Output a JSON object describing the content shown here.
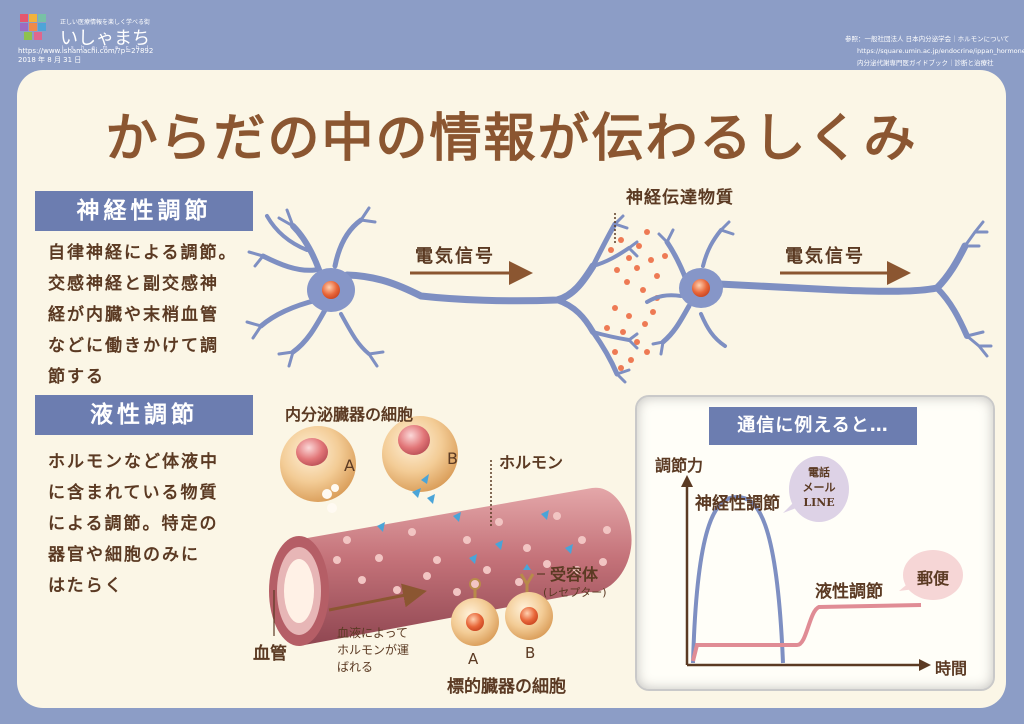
{
  "header": {
    "logo_tagline": "正しい医療情報を楽しく学べる街",
    "logo_name": "いしゃまち",
    "logo_sub": "i s h a m a c h i",
    "url": "https://www.ishamachi.com/?p=27892",
    "date": "2018 年 8 月 31 日",
    "ref_line1": "参照：一般社団法人 日本内分泌学会｜ホルモンについて",
    "ref_line2": "https://square.umin.ac.jp/endocrine/ippan_hormone/index.html",
    "ref_line3": "内分泌代謝専門医ガイドブック｜診断と治療社"
  },
  "title": "からだの中の情報が伝わるしくみ",
  "neural": {
    "badge": "神経性調節",
    "body": "自律神経による調節。\n交感神経と副交感神\n経が内臓や末梢血管\nなどに働きかけて調\n節する",
    "signal_left": "電気信号",
    "signal_right": "電気信号",
    "neurotransmitter": "神経伝達物質"
  },
  "humoral": {
    "badge": "液性調節",
    "body": "ホルモンなど体液中\nに含まれている物質\nによる調節。特定の\n器官や細胞のみに\nはたらく",
    "endocrine_cells": "内分泌臓器の細胞",
    "cell_a": "A",
    "cell_b": "B",
    "hormone": "ホルモン",
    "receptor": "受容体",
    "receptor_sub": "(レセプター)",
    "blood_vessel": "血管",
    "flow_line1": "血液によって",
    "flow_line2": "ホルモンが運",
    "flow_line3": "ばれる",
    "target_a": "A",
    "target_b": "B",
    "target_cells": "標的臓器の細胞"
  },
  "analogy": {
    "title": "通信に例えると…",
    "ylabel": "調節力",
    "xlabel": "時間",
    "neural_label": "神経性調節",
    "neural_bubble_1": "電話",
    "neural_bubble_2": "メール",
    "neural_bubble_3": "LINE",
    "humoral_label": "液性調節",
    "humoral_bubble": "郵便",
    "neural_color": "#7e8fc2",
    "humoral_color": "#e08c95"
  },
  "colors": {
    "title": "#8b5631",
    "badge": "#6c7db0",
    "neuron": "#7e8fc2",
    "nucleus": "#e8673a",
    "vessel": "#b9646e",
    "cell": "#f0c48d"
  }
}
